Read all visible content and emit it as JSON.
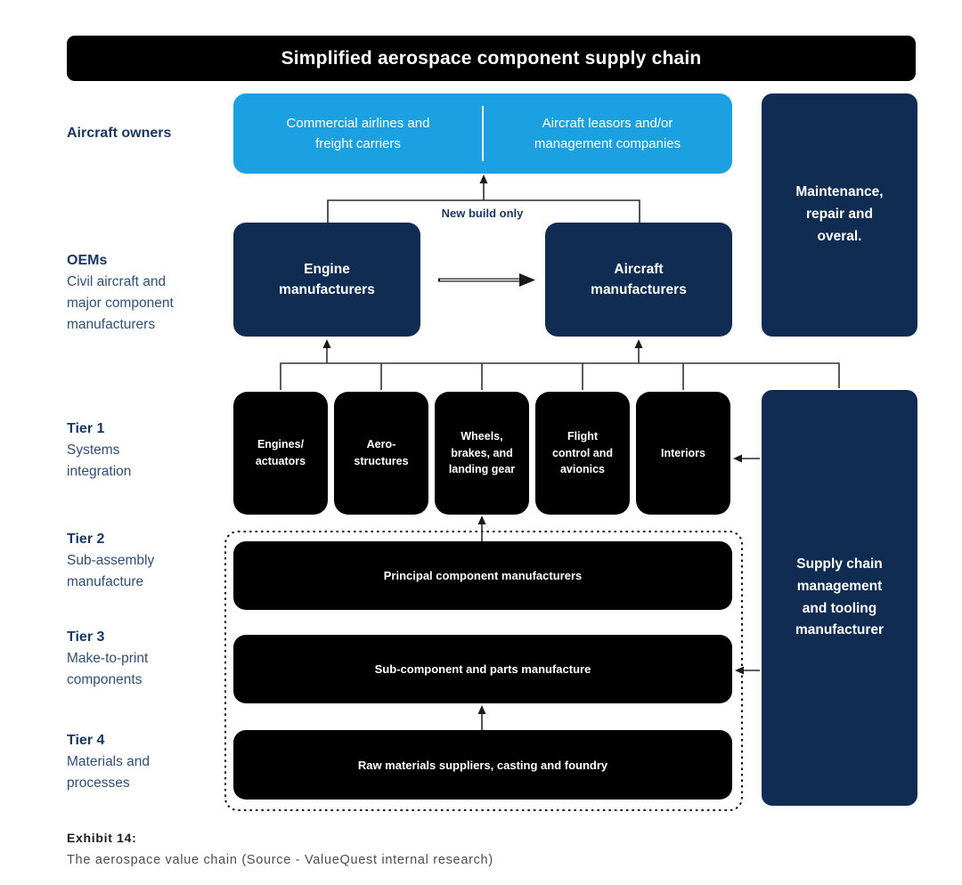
{
  "title": "Simplified aerospace component supply chain",
  "colors": {
    "accent_blue": "#1BA0E2",
    "navy": "#102C52",
    "box_black": "#000000",
    "label_navy": "#1B3763",
    "label_slate": "#2F4E78"
  },
  "left_labels": {
    "aircraft_owners": "Aircraft owners",
    "oems": {
      "title": "OEMs",
      "lines": [
        "Civil aircraft and",
        "major component",
        "manufacturers"
      ]
    },
    "tiers": [
      {
        "title": "Tier 1",
        "lines": [
          "Systems",
          "integration"
        ]
      },
      {
        "title": "Tier 2",
        "lines": [
          "Sub-assembly",
          "manufacture"
        ]
      },
      {
        "title": "Tier 3",
        "lines": [
          "Make-to-print",
          "components"
        ]
      },
      {
        "title": "Tier 4",
        "lines": [
          "Materials and",
          "processes"
        ]
      }
    ]
  },
  "owners_row": {
    "left": [
      "Commercial airlines and",
      "freight carriers"
    ],
    "right": [
      "Aircraft leasors and/or",
      "management companies"
    ]
  },
  "maintenance_box": [
    "Maintenance,",
    "repair and",
    "overal."
  ],
  "oem_row": {
    "engine": [
      "Engine",
      "manufacturers"
    ],
    "aircraft": [
      "Aircraft",
      "manufacturers"
    ],
    "new_build_label": "New build only"
  },
  "tier1_boxes": [
    [
      "Engines/",
      "actuators"
    ],
    [
      "Aero-",
      "structures"
    ],
    [
      "Wheels,",
      "brakes, and",
      "landing gear"
    ],
    [
      "Flight",
      "control and",
      "avionics"
    ],
    [
      "Interiors"
    ]
  ],
  "supply_box": [
    "Supply chain",
    "management",
    "and tooling",
    "manufacturer"
  ],
  "lower_boxes": [
    "Principal component manufacturers",
    "Sub-component and parts manufacture",
    "Raw materials suppliers, casting and foundry"
  ],
  "caption": {
    "exhibit": "Exhibit 14:",
    "text": "The aerospace value chain (Source - ValueQuest internal research)"
  }
}
